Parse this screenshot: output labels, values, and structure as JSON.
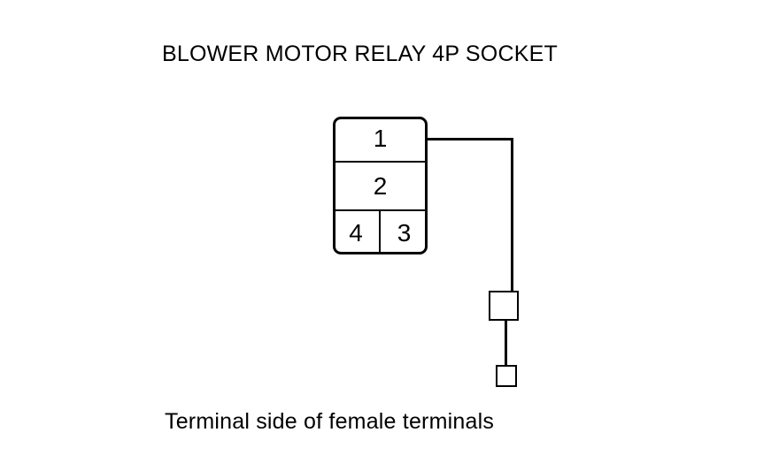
{
  "diagram": {
    "title": "BLOWER MOTOR RELAY 4P SOCKET",
    "caption": "Terminal side of female terminals",
    "line_color": "#000000",
    "background_color": "#ffffff",
    "connector": {
      "name": "blower-motor-relay-4p-socket",
      "pin_count": 4,
      "pins": [
        {
          "number": "1",
          "row": 1,
          "position": "full-width"
        },
        {
          "number": "2",
          "row": 2,
          "position": "full-width"
        },
        {
          "number": "4",
          "row": 3,
          "position": "left"
        },
        {
          "number": "3",
          "row": 3,
          "position": "right"
        }
      ]
    },
    "wire": {
      "origin_pin": "1",
      "path": "right-then-down"
    },
    "terminals": [
      {
        "id": "terminal-upper",
        "shape": "square",
        "size": "large"
      },
      {
        "id": "terminal-lower",
        "shape": "square",
        "size": "small"
      }
    ]
  }
}
